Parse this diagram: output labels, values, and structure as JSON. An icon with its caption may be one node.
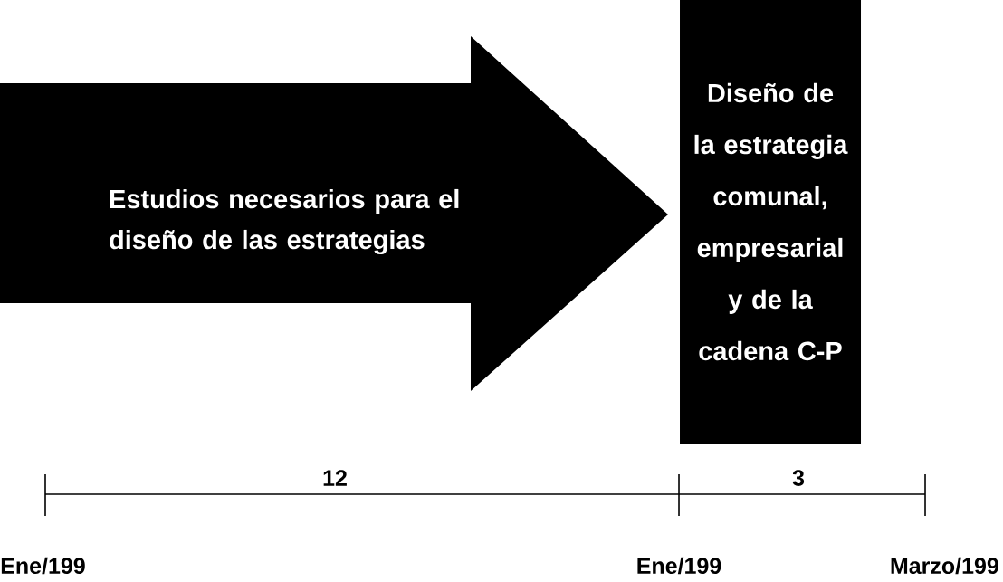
{
  "diagram": {
    "nodes": [
      {
        "text": [
          "Estudios necesarios para el diseño de las estrategias"
        ]
      },
      {
        "text": [
          "Diseño de la estrategia comunal, empresarial y de la cadena C-P"
        ]
      }
    ],
    "labels": [
      "12",
      "3",
      "Ene/199",
      "Ene/199",
      "Marzo/199"
    ]
  }
}
